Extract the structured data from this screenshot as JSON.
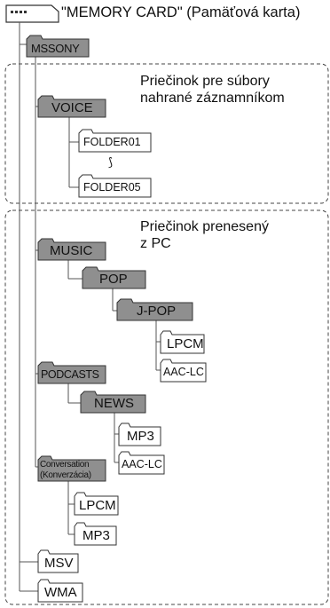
{
  "card": {
    "label": "\"MEMORY CARD\" (Pamäťová karta)"
  },
  "regions": {
    "recorded": {
      "caption_1": "Priečinok pre súbory",
      "caption_2": "nahrané záznamníkom"
    },
    "transferred": {
      "caption_1": "Priečinok prenesený",
      "caption_2": "z PC"
    }
  },
  "folders": {
    "mssony": "MSSONY",
    "voice": "VOICE",
    "folder01": "FOLDER01",
    "ellipsis": "⟆",
    "folder05": "FOLDER05",
    "music": "MUSIC",
    "pop": "POP",
    "jpop": "J-POP",
    "lpcm1": "LPCM",
    "aaclc1": "AAC-LC",
    "podcasts": "PODCASTS",
    "news": "NEWS",
    "mp3_1": "MP3",
    "aaclc2": "AAC-LC",
    "conversation_1": "Conversation",
    "conversation_2": "(Konverzácia)",
    "lpcm2": "LPCM",
    "mp3_2": "MP3",
    "msv": "MSV",
    "wma": "WMA"
  },
  "colors": {
    "gray_folder": "#8f8f8f",
    "line": "#555555",
    "dashed": "#444444"
  }
}
